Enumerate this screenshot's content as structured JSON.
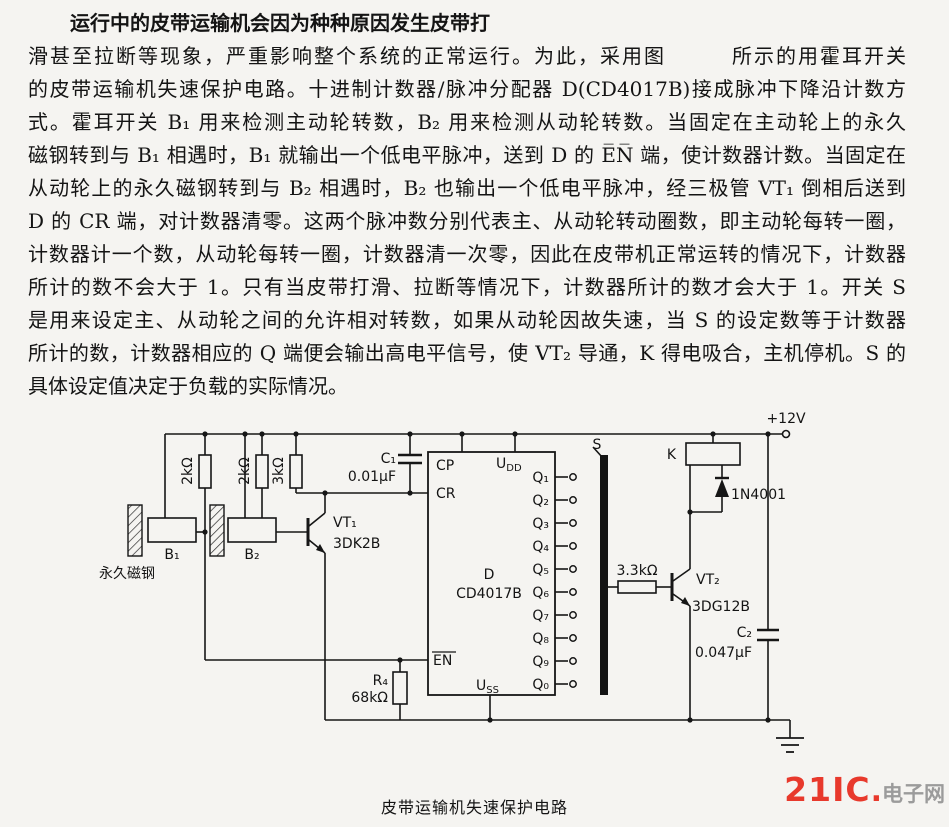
{
  "page": {
    "paragraph_lines": [
      "运行中的皮带运输机会因为种种原因发生皮带打",
      "滑甚至拉断等现象，严重影响整个系统的正常运行。为此，采用图　　　所示的用霍耳开关",
      "的皮带运输机失速保护电路。十进制计数器/脉冲分配器 D(CD4017B)接成脉冲下降沿计数方",
      "式。霍耳开关 B₁ 用来检测主动轮转数，B₂ 用来检测从动轮转数。当固定在主动轮上的永久",
      "磁钢转到与 B₁ 相遇时，B₁ 就输出一个低电平脉冲，送到 D 的 E̅N̅ 端，使计数器计数。当固定在",
      "从动轮上的永久磁钢转到与 B₂ 相遇时，B₂ 也输出一个低电平脉冲，经三极管 VT₁ 倒相后送到",
      "D 的 CR 端，对计数器清零。这两个脉冲数分别代表主、从动轮转动圈数，即主动轮每转一圈，",
      "计数器计一个数，从动轮每转一圈，计数器清一次零，因此在皮带机正常运转的情况下，计数器",
      "所计的数不会大于 1。只有当皮带打滑、拉断等情况下，计数器所计的数才会大于 1。开关 S",
      "是用来设定主、从动轮之间的允许相对转数，如果从动轮因故失速，当 S 的设定数等于计数器",
      "所计的数，计数器相应的 Q 端便会输出高电平信号，使 VT₂ 导通，K 得电吸合，主机停机。S 的",
      "具体设定值决定于负载的实际情况。"
    ],
    "caption": "皮带运输机失速保护电路",
    "watermark": {
      "brand": "21IC",
      "dot": ".",
      "site": "电子网",
      "brand_color": "#e8392c",
      "site_color": "#9b9b9b"
    }
  },
  "circuit": {
    "supply_label": "+12V",
    "resistors": {
      "r1": "2kΩ",
      "r2": "2kΩ",
      "r3": "3kΩ",
      "r4_name": "R₄",
      "r4_value": "68kΩ",
      "r5": "3.3kΩ"
    },
    "capacitors": {
      "c1_name": "C₁",
      "c1_value": "0.01μF",
      "c2_name": "C₂",
      "c2_value": "0.047μF"
    },
    "chip": {
      "pin_cp": "CP",
      "pin_udd_base": "U",
      "pin_udd_sub": "DD",
      "pin_cr": "CR",
      "pin_en": "EN",
      "pin_uss_base": "U",
      "pin_uss_sub": "SS",
      "designator": "D",
      "part": "CD4017B",
      "q_outputs": [
        "Q₁",
        "Q₂",
        "Q₃",
        "Q₄",
        "Q₅",
        "Q₆",
        "Q₇",
        "Q₈",
        "Q₉",
        "Q₀"
      ]
    },
    "hall": {
      "b1": "B₁",
      "b2": "B₂",
      "magnet_label": "永久磁钢"
    },
    "transistors": {
      "vt1_name": "VT₁",
      "vt1_part": "3DK2B",
      "vt2_name": "VT₂",
      "vt2_part": "3DG12B"
    },
    "relay_label": "K",
    "diode_label": "1N4001",
    "switch_label": "S"
  }
}
